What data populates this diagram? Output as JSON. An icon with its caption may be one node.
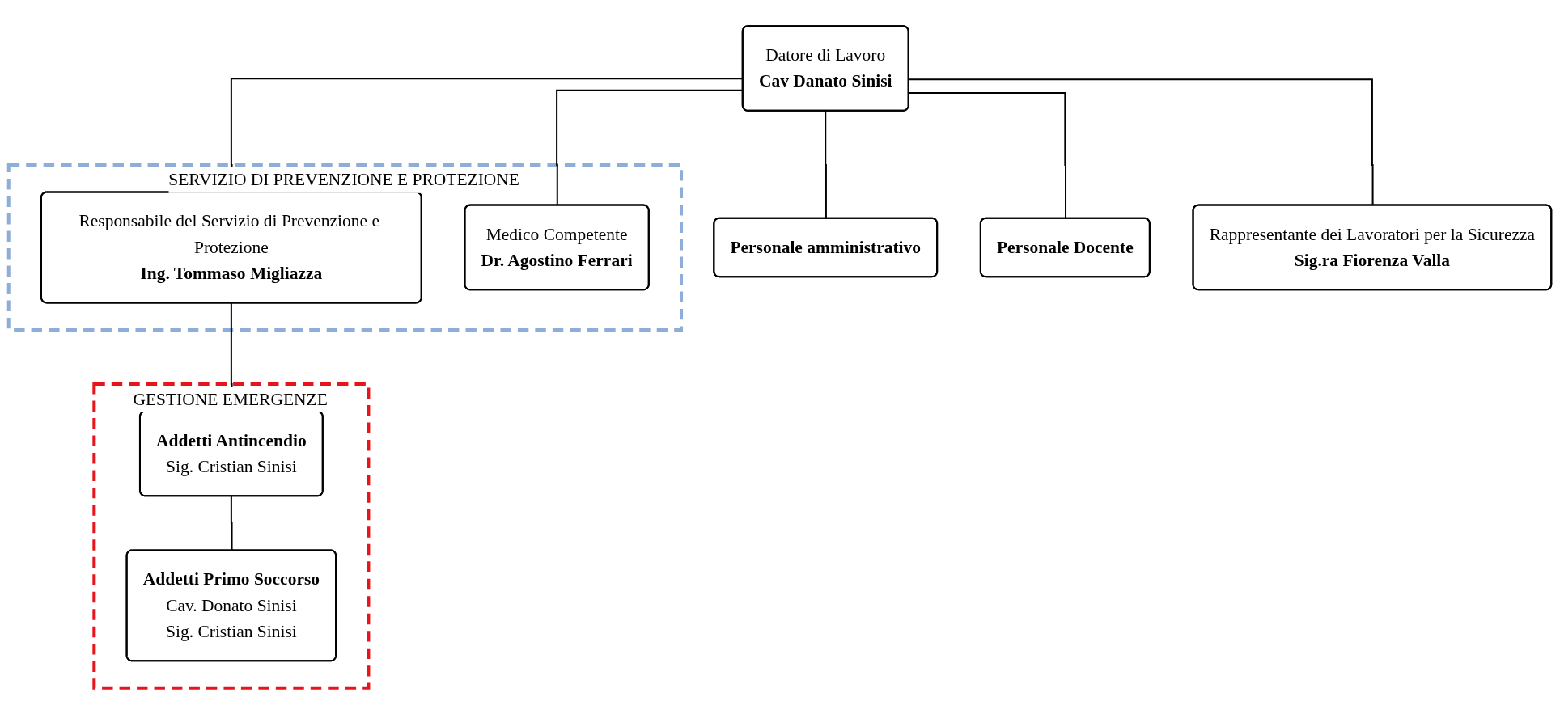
{
  "diagram": {
    "nodes": [
      {
        "text": [
          "Datore di Lavoro",
          "Cav Danato Sinisi"
        ]
      },
      {
        "text": [
          "SERVIZIO DI PREVENZIONE E PROTEZIONE"
        ]
      },
      {
        "text": [
          "Responsabile del Servizio di Prevenzione e Protezione",
          "Ing. Tommaso Migliazza"
        ],
        "in": 1
      },
      {
        "text": [
          "Medico Competente",
          "Dr. Agostino Ferrari"
        ],
        "in": 1
      },
      {
        "text": [
          "GESTIONE EMERGENZE"
        ]
      },
      {
        "text": [
          "Addetti Antincendio",
          "Sig. Cristian Sinisi"
        ],
        "in": 4
      },
      {
        "text": [
          "Addetti Primo Soccorso",
          "Cav. Donato Sinisi",
          "Sig. Cristian Sinisi"
        ],
        "in": 4
      },
      {
        "text": [
          "Personale amministrativo"
        ]
      },
      {
        "text": [
          "Personale Docente"
        ]
      },
      {
        "text": [
          "Rappresentante dei Lavoratori per la Sicurezza",
          "Sig.ra Fiorenza Valla"
        ]
      }
    ],
    "edges": [
      {
        "from": 0,
        "to": 2,
        "arrow": "none"
      },
      {
        "from": 0,
        "to": 3,
        "arrow": "none"
      },
      {
        "from": 2,
        "to": 5,
        "arrow": "none"
      },
      {
        "from": 5,
        "to": 6,
        "arrow": "none"
      },
      {
        "from": 0,
        "to": 7,
        "arrow": "none"
      },
      {
        "from": 0,
        "to": 8,
        "arrow": "none"
      },
      {
        "from": 0,
        "to": 9,
        "arrow": "none"
      }
    ]
  }
}
